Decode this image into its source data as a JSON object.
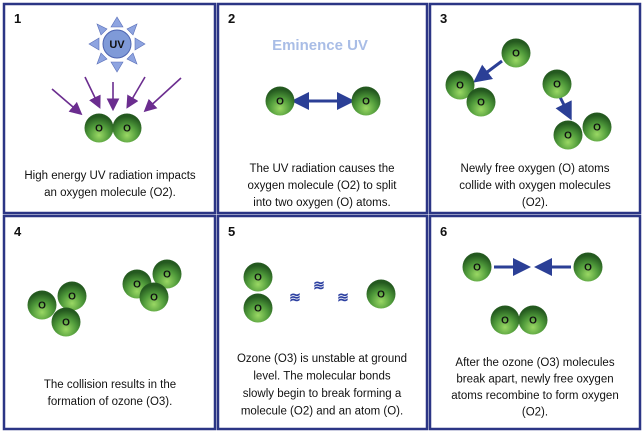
{
  "panels": [
    {
      "number": "1",
      "caption": [
        "High energy UV radiation impacts",
        "an oxygen molecule (O2)."
      ]
    },
    {
      "number": "2",
      "caption": [
        "The UV radiation causes the",
        "oxygen molecule (O2) to split",
        "into two oxygen (O) atoms."
      ]
    },
    {
      "number": "3",
      "caption": [
        "Newly free oxygen (O) atoms",
        "collide with oxygen molecules",
        "(O2)."
      ]
    },
    {
      "number": "4",
      "caption": [
        "The collision results in the",
        "formation of ozone (O3)."
      ]
    },
    {
      "number": "5",
      "caption": [
        "Ozone (O3) is unstable at ground",
        "level. The molecular bonds",
        "slowly begin to break forming a",
        "molecule (O2) and an atom (O)."
      ]
    },
    {
      "number": "6",
      "caption": [
        "After the ozone (O3) molecules",
        "break apart, newly free oxygen",
        "atoms recombine to form oxygen",
        "(O2)."
      ]
    }
  ],
  "sun_label": "UV",
  "atom_label": "O",
  "watermark": "Eminence UV",
  "wave_glyph": "≋",
  "colors": {
    "border": "#2b3585",
    "arrow_uv": "#6b2d8f",
    "arrow": "#2b3f96",
    "sun": "#7f9ad8",
    "atom_light": "#8fd05a",
    "atom_dark": "#2c6a2a"
  }
}
